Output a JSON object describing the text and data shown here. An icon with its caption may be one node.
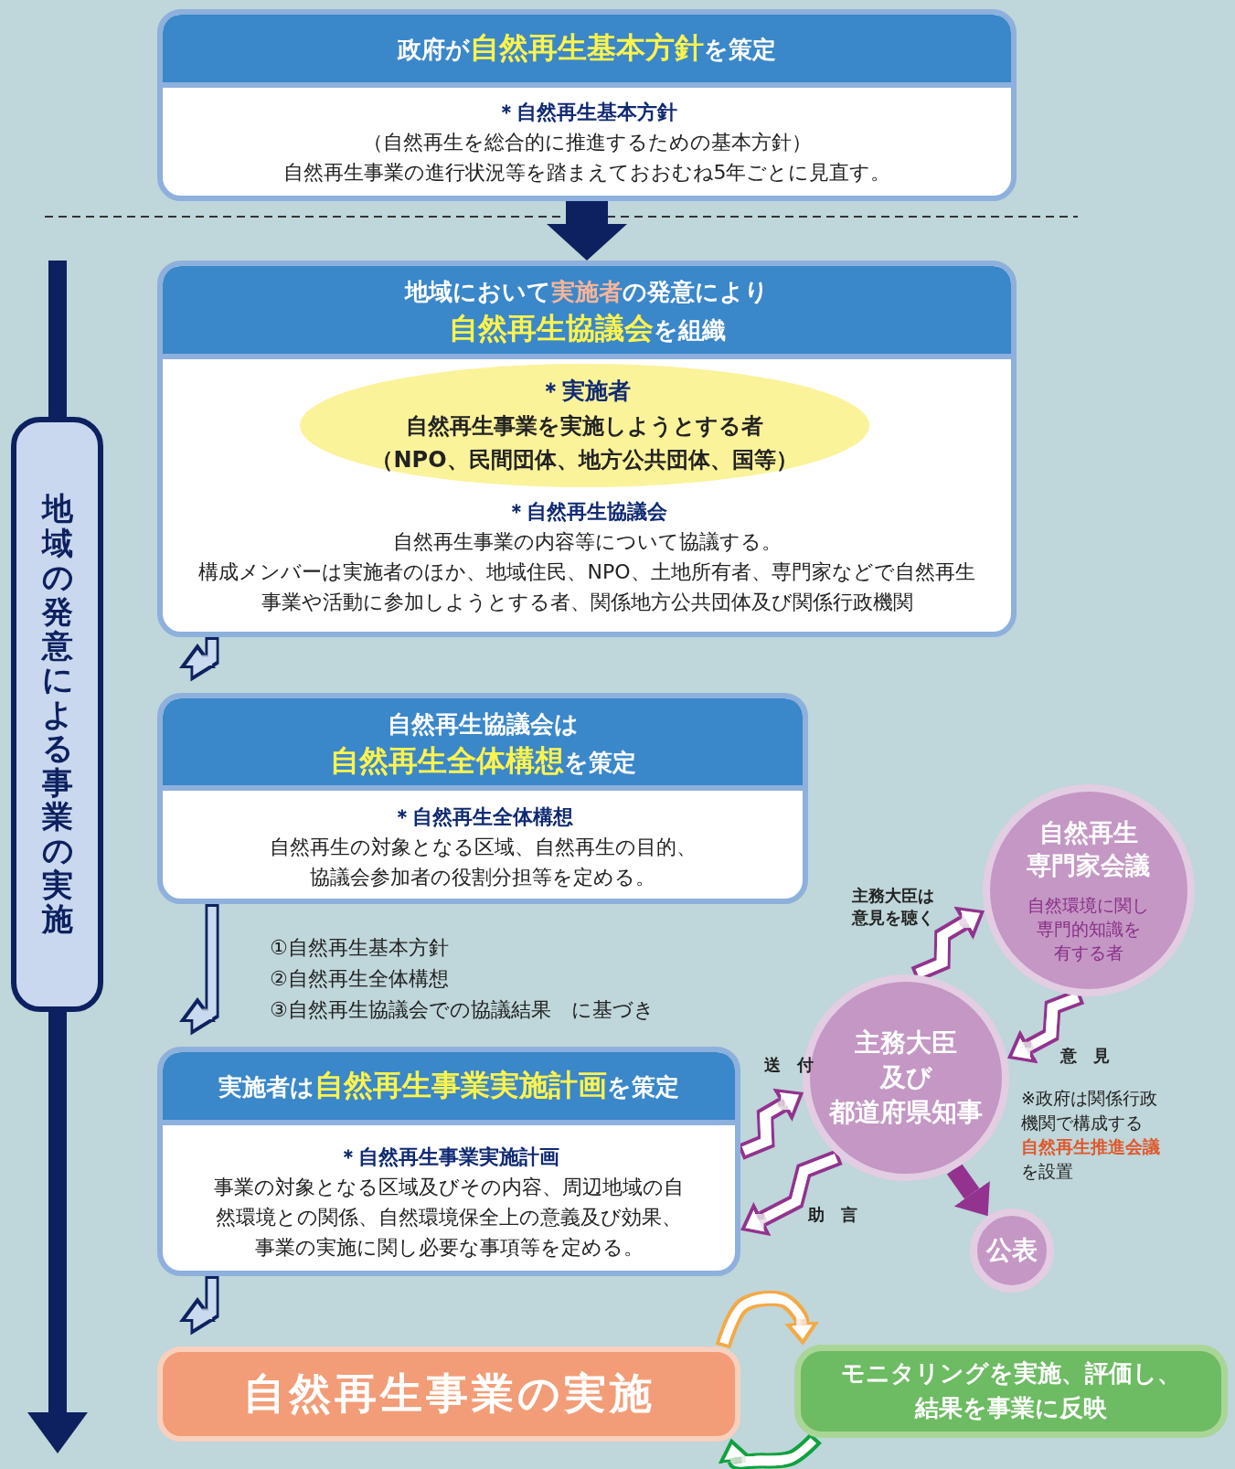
{
  "diagram": {
    "nodes": [
      {
        "text": [
          "政府が**自然再生基本方針**を策定",
          "＊自然再生基本方針",
          "（自然再生を総合的に推進するための基本方針）",
          "自然再生事業の進行状況等を踏まえておおむね5年ごとに見直す。"
        ]
      },
      {
        "text": [
          "地域において**実施者**の発意により**自然再生協議会**を組織",
          "＊自然再生協議会",
          "自然再生事業の内容等について協議する。",
          "構成メンバーは実施者のほか、地域住民、NPO、土地所有者、専門家などで自然再生事業や活動に参加しようとする者、関係地方公共団体及び関係行政機関"
        ]
      },
      {
        "text": [
          "＊実施者",
          "自然再生事業を実施しようとする者（NPO、民間団体、地方公共団体、国等）"
        ],
        "in": 1
      },
      {
        "text": [
          "自然再生協議会は**自然再生全体構想**を策定",
          "＊自然再生全体構想",
          "自然再生の対象となる区域、自然再生の目的、協議会参加者の役割分担等を定める。"
        ]
      },
      {
        "text": [
          "実施者は**自然再生事業実施計画**を策定",
          "＊自然再生事業実施計画",
          "事業の対象となる区域及びその内容、周辺地域の自然環境との関係、自然環境保全上の意義及び効果、事業の実施に関し必要な事項等を定める。"
        ]
      },
      {
        "text": [
          "自然再生事業の実施"
        ]
      },
      {
        "text": [
          "モニタリングを実施、評価し、結果を事業に反映"
        ]
      },
      {
        "text": [
          "主務大臣及び都道府県知事"
        ]
      },
      {
        "text": [
          "自然再生専門家会議",
          "自然環境に関し専門的知識を有する者"
        ]
      },
      {
        "text": [
          "公表"
        ]
      },
      {
        "text": [
          "地域の発意による事業の実施"
        ]
      }
    ],
    "edges": [
      {
        "from": 0,
        "to": 1,
        "arrow": "to",
        "style": "thick",
        "color": "#0d2160"
      },
      {
        "from": 1,
        "to": 3,
        "arrow": "to",
        "color": "#0d2160"
      },
      {
        "from": 3,
        "to": 4,
        "arrow": "to",
        "color": "#0d2160"
      },
      {
        "from": 4,
        "to": 5,
        "arrow": "to",
        "color": "#0d2160"
      },
      {
        "from": 4,
        "to": 7,
        "arrow": "to",
        "label": "送付",
        "color": "#93338f"
      },
      {
        "from": 7,
        "to": 4,
        "arrow": "to",
        "label": "助言",
        "color": "#93338f"
      },
      {
        "from": 7,
        "to": 8,
        "arrow": "to",
        "label": "主務大臣は意見を聴く",
        "color": "#93338f"
      },
      {
        "from": 8,
        "to": 7,
        "arrow": "to",
        "label": "意見",
        "color": "#93338f"
      },
      {
        "from": 7,
        "to": 9,
        "arrow": "to",
        "color": "#93338f"
      },
      {
        "from": 5,
        "to": 6,
        "arrow": "to",
        "color": "#f5a943"
      },
      {
        "from": 6,
        "to": 5,
        "arrow": "to",
        "color": "#0ea33f"
      }
    ],
    "labels": [
      "①自然再生基本方針",
      "②自然再生全体構想",
      "③自然再生協議会での協議結果　に基づき",
      "※政府は関係行政機関で構成する**自然再生推進会議**を設置"
    ]
  }
}
